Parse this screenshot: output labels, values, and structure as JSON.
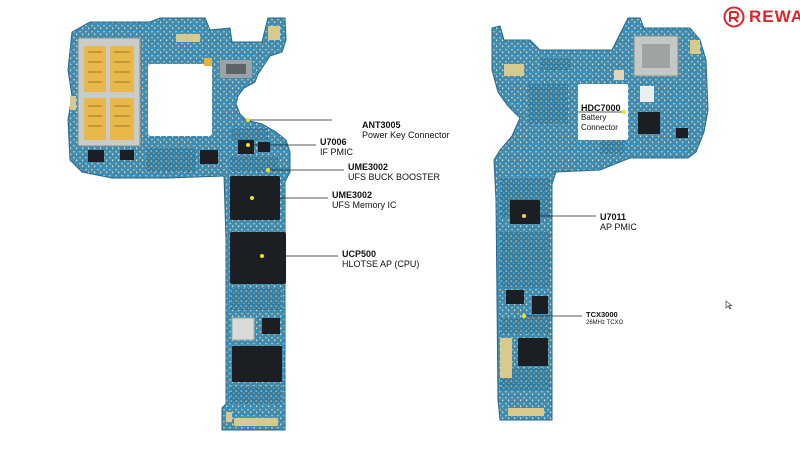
{
  "brand": {
    "name": "REWA",
    "logo_icon": "rewa-logo-icon",
    "accent": "#d8262c"
  },
  "labels": [
    {
      "id": "ant3005",
      "code": "ANT3005",
      "desc": "Power Key Connector"
    },
    {
      "id": "u7006",
      "code": "U7006",
      "desc": "IF PMIC"
    },
    {
      "id": "ume3002a",
      "code": "UME3002",
      "desc": "UFS BUCK BOOSTER"
    },
    {
      "id": "ume3002b",
      "code": "UME3002",
      "desc": "UFS Memory IC"
    },
    {
      "id": "ucp500",
      "code": "UCP500",
      "desc": "HLOTSE AP (CPU)"
    },
    {
      "id": "hdc7000",
      "code": "HDC7000",
      "desc": "Battery",
      "desc2": "Connector"
    },
    {
      "id": "u7011",
      "code": "U7011",
      "desc": "AP PMIC"
    },
    {
      "id": "tcx3000",
      "code": "TCX3000",
      "desc": "26MHz TCXO"
    }
  ],
  "colors": {
    "pcb": "#3d8fb8",
    "pcb_dark": "#2a6f94",
    "chip": "#1b1f24",
    "dot": "#f2e229"
  }
}
